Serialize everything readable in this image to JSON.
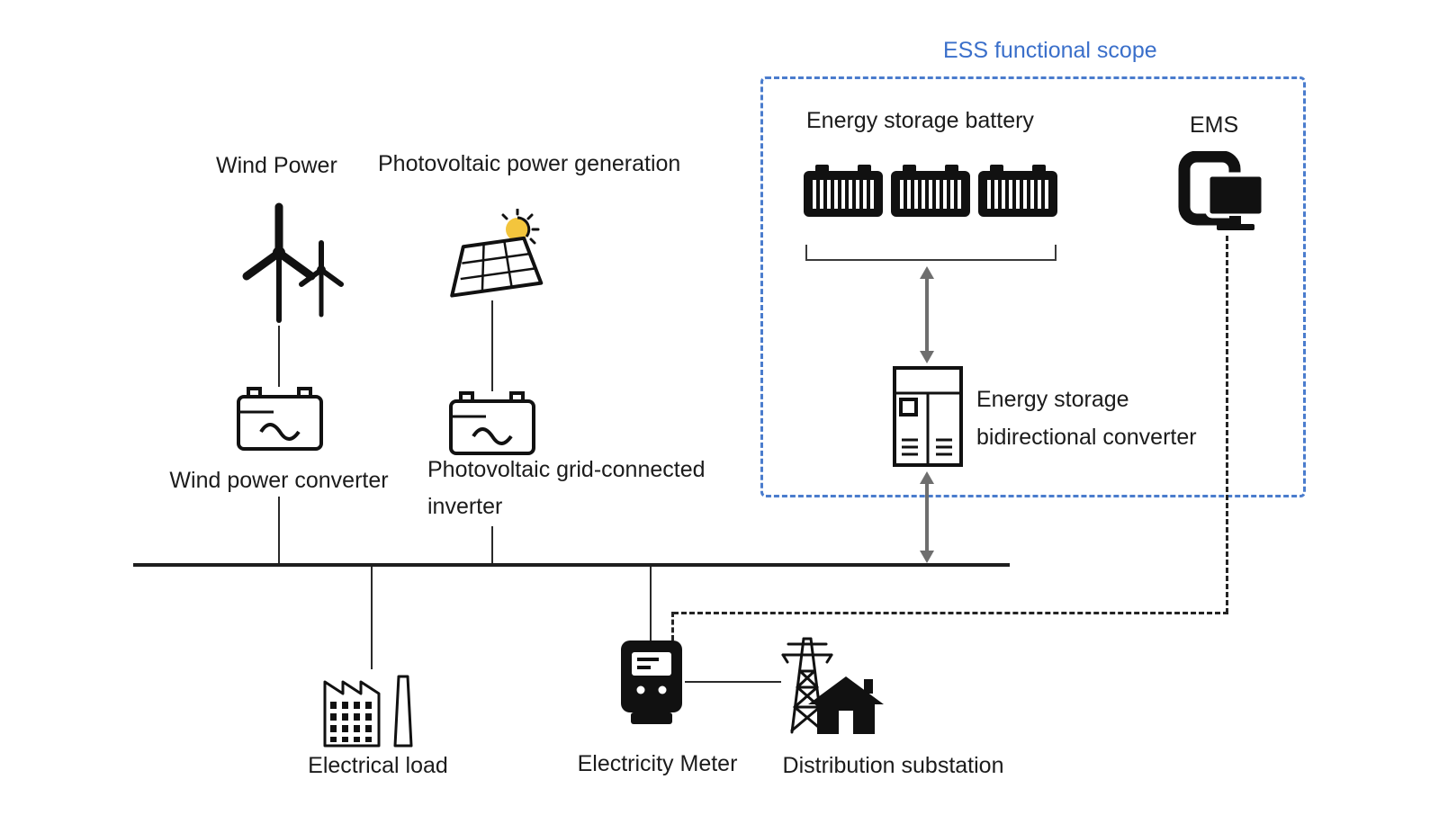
{
  "diagram": {
    "ess_scope_title": "ESS functional scope",
    "wind": {
      "title": "Wind Power",
      "converter_label": "Wind power converter"
    },
    "pv": {
      "title": "Photovoltaic power generation",
      "inverter_label_line1": "Photovoltaic grid-connected",
      "inverter_label_line2": "inverter"
    },
    "ess": {
      "battery_label": "Energy storage battery",
      "ems_label": "EMS",
      "converter_label_line1": "Energy storage",
      "converter_label_line2": "bidirectional converter"
    },
    "load_label": "Electrical load",
    "meter_label": "Electricity Meter",
    "substation_label": "Distribution substation",
    "icons": {
      "wind_turbine": "wind-turbine-icon",
      "solar_panel": "solar-panel-sun-icon",
      "ac_converter": "converter-box-icon",
      "storage_battery": "storage-battery-icon",
      "ems": "ems-computer-icon",
      "pcs_cabinet": "bidirectional-converter-cabinet-icon",
      "factory": "factory-icon",
      "meter": "electricity-meter-icon",
      "tower": "transmission-tower-icon",
      "house": "substation-house-icon"
    },
    "colors": {
      "scope_blue": "#4a7ccd",
      "title_blue": "#3a6fca",
      "diagram_black": "#1b1b1b",
      "arrow_gray": "#6e6e6e",
      "sun_yellow": "#f3c53d"
    }
  }
}
